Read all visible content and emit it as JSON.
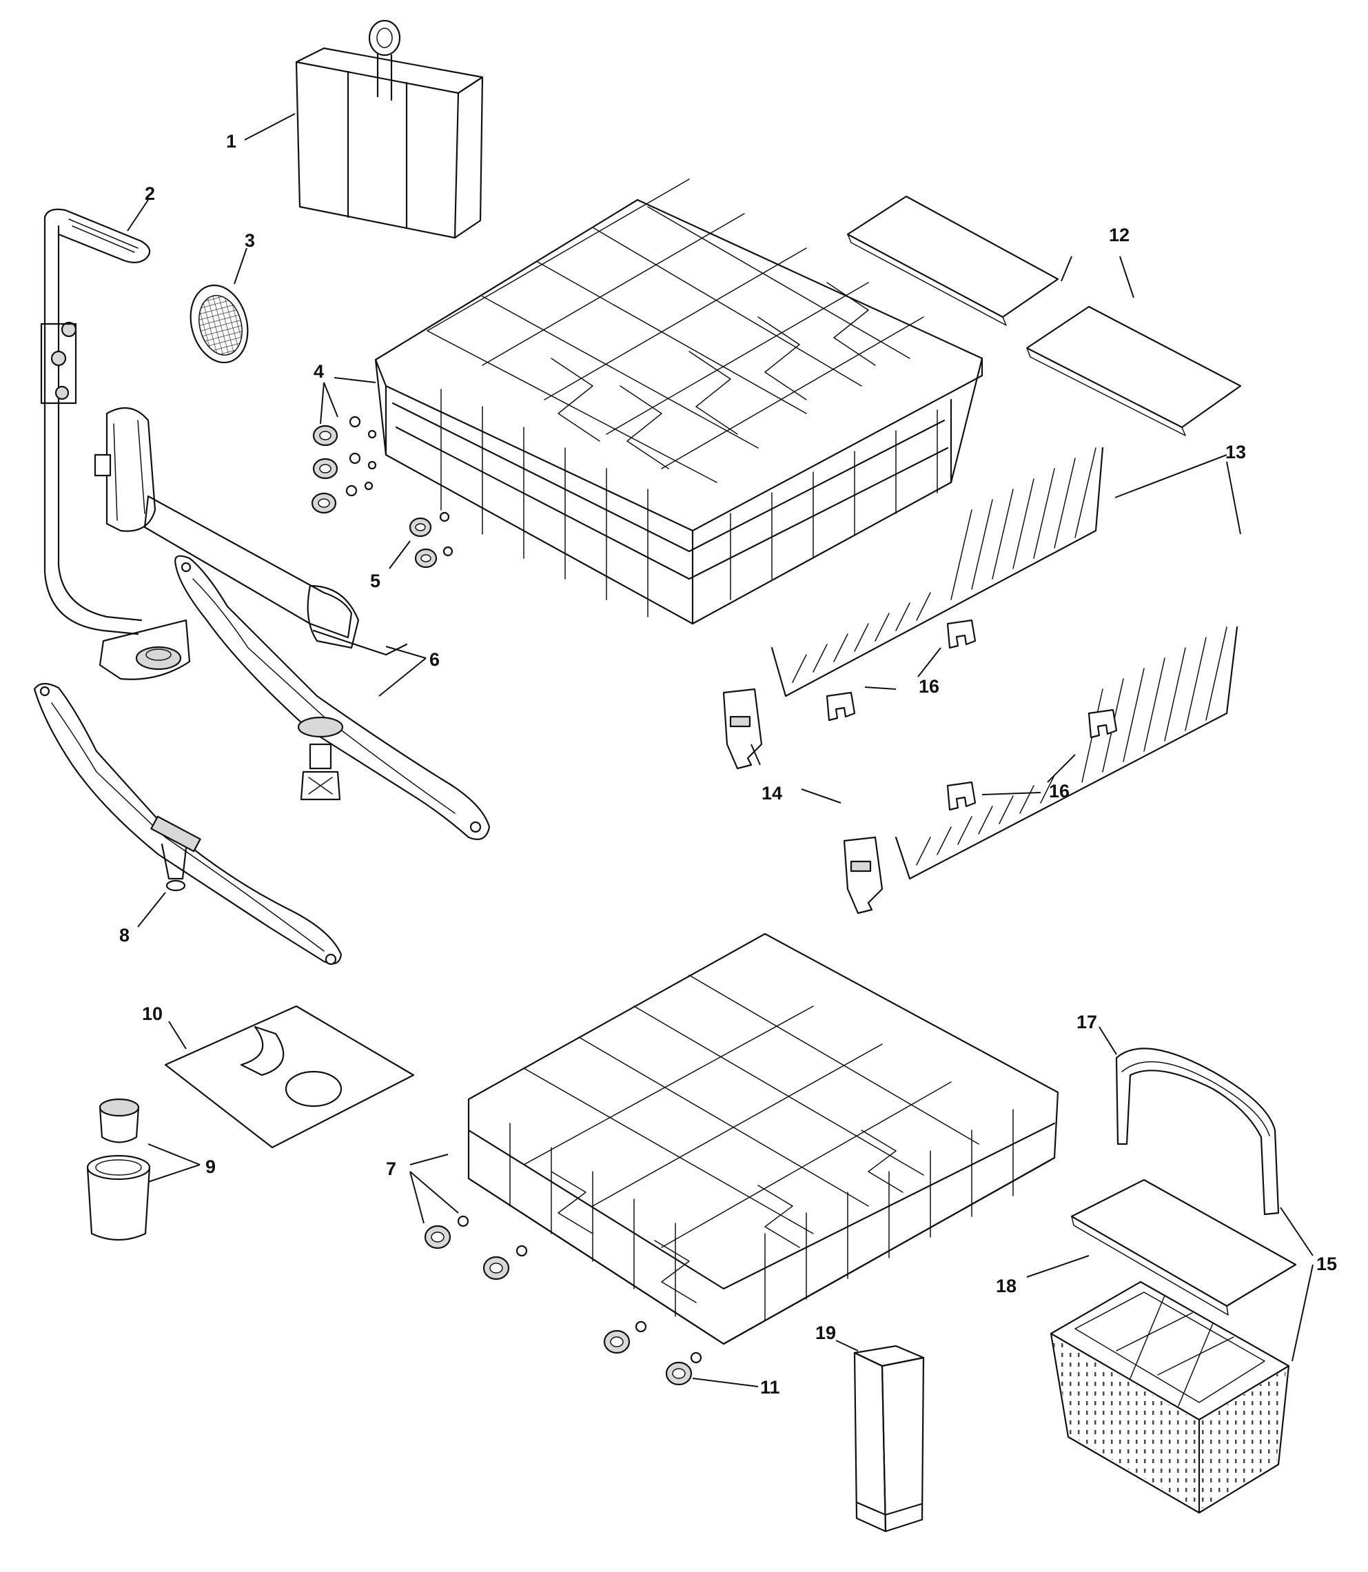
{
  "callouts": [
    {
      "id": "1",
      "text": "1"
    },
    {
      "id": "2",
      "text": "2"
    },
    {
      "id": "3",
      "text": "3"
    },
    {
      "id": "4",
      "text": "4"
    },
    {
      "id": "5",
      "text": "5"
    },
    {
      "id": "6",
      "text": "6"
    },
    {
      "id": "7",
      "text": "7"
    },
    {
      "id": "8",
      "text": "8"
    },
    {
      "id": "9",
      "text": "9"
    },
    {
      "id": "10",
      "text": "10"
    },
    {
      "id": "11",
      "text": "11"
    },
    {
      "id": "12",
      "text": "12"
    },
    {
      "id": "13",
      "text": "13"
    },
    {
      "id": "14",
      "text": "14"
    },
    {
      "id": "15",
      "text": "15"
    },
    {
      "id": "16a",
      "text": "16"
    },
    {
      "id": "16b",
      "text": "16"
    },
    {
      "id": "17",
      "text": "17"
    },
    {
      "id": "18",
      "text": "18"
    },
    {
      "id": "19",
      "text": "19"
    }
  ]
}
